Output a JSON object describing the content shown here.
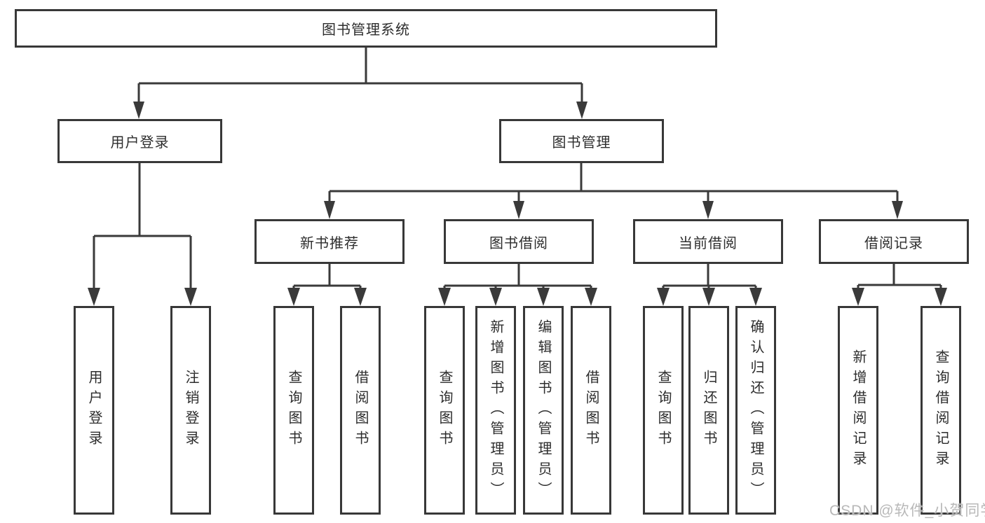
{
  "tree": {
    "label": "图书管理系统",
    "children": [
      {
        "label": "用户登录",
        "children": [
          {
            "label": "用户登录"
          },
          {
            "label": "注销登录"
          }
        ]
      },
      {
        "label": "图书管理",
        "children": [
          {
            "label": "新书推荐",
            "children": [
              {
                "label": "查询图书"
              },
              {
                "label": "借阅图书"
              }
            ]
          },
          {
            "label": "图书借阅",
            "children": [
              {
                "label": "查询图书"
              },
              {
                "label": "新增图书（管理员）"
              },
              {
                "label": "编辑图书（管理员）"
              },
              {
                "label": "借阅图书"
              }
            ]
          },
          {
            "label": "当前借阅",
            "children": [
              {
                "label": "查询图书"
              },
              {
                "label": "归还图书"
              },
              {
                "label": "确认归还（管理员）"
              }
            ]
          },
          {
            "label": "借阅记录",
            "children": [
              {
                "label": "新增借阅记录"
              },
              {
                "label": "查询借阅记录"
              }
            ]
          }
        ]
      }
    ]
  },
  "watermark": {
    "text": "CSDN @软件_小贺同学",
    "color": "#b8b8b8"
  },
  "style": {
    "line_color": "#3a3a3a",
    "text_color": "#2d2d2d",
    "background": "#ffffff"
  }
}
